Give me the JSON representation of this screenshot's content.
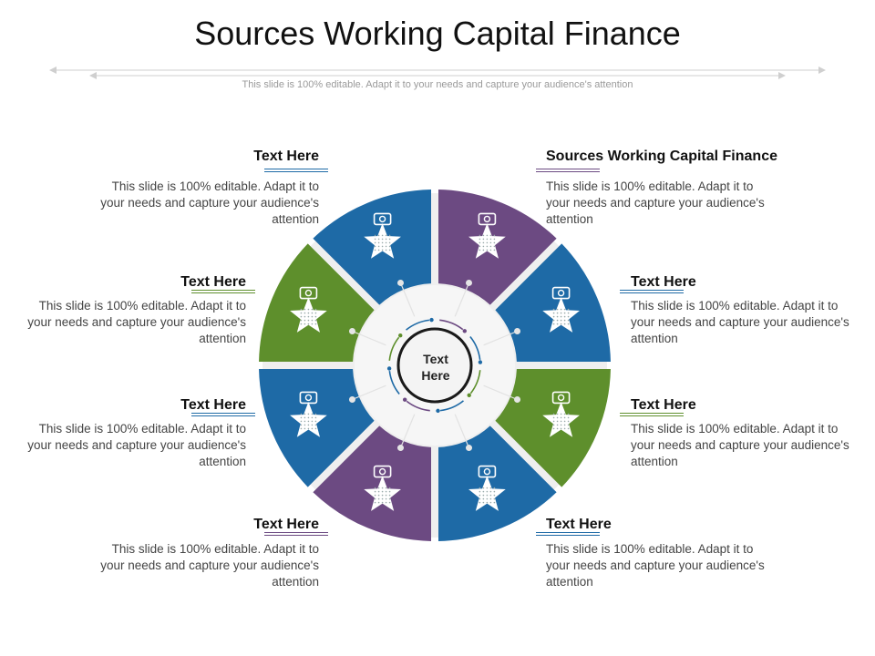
{
  "title": "Sources Working Capital Finance",
  "subtitle": "This slide is 100% editable. Adapt it to your needs and capture your audience's attention",
  "center_label": "Text\nHere",
  "colors": {
    "blue": "#1e6aa6",
    "purple": "#6c4a82",
    "green": "#5e8f2c",
    "ring_gray": "#efefef"
  },
  "items": [
    {
      "heading": "Text Here",
      "desc": "This slide is 100% editable. Adapt it to your needs and capture your audience's attention",
      "icon": "hand-money-bag-icon"
    },
    {
      "heading": "Sources Working Capital Finance",
      "desc": "This slide is 100% editable. Adapt it to your needs and capture your audience's attention",
      "icon": "dollar-growth-chart-icon"
    },
    {
      "heading": "Text Here",
      "desc": "This slide is 100% editable. Adapt it to your needs and capture your audience's attention",
      "icon": "bank-icon"
    },
    {
      "heading": "Text Here",
      "desc": "This slide is 100% editable. Adapt it to your needs and capture your audience's attention",
      "icon": "dollar-coin-hand-icon"
    },
    {
      "heading": "Text Here",
      "desc": "This slide is 100% editable. Adapt it to your needs and capture your audience's attention",
      "icon": "hand-cash-icon"
    },
    {
      "heading": "Text Here",
      "desc": "This slide is 100% editable. Adapt it to your needs and capture your audience's attention",
      "icon": "graduation-cap-icon"
    },
    {
      "heading": "Text Here",
      "desc": "This slide is 100% editable. Adapt it to your needs and capture your audience's attention",
      "icon": "house-icon"
    },
    {
      "heading": "Text Here",
      "desc": "This slide is 100% editable. Adapt it to your needs and capture your audience's attention",
      "icon": "piggy-bank-icon"
    }
  ]
}
